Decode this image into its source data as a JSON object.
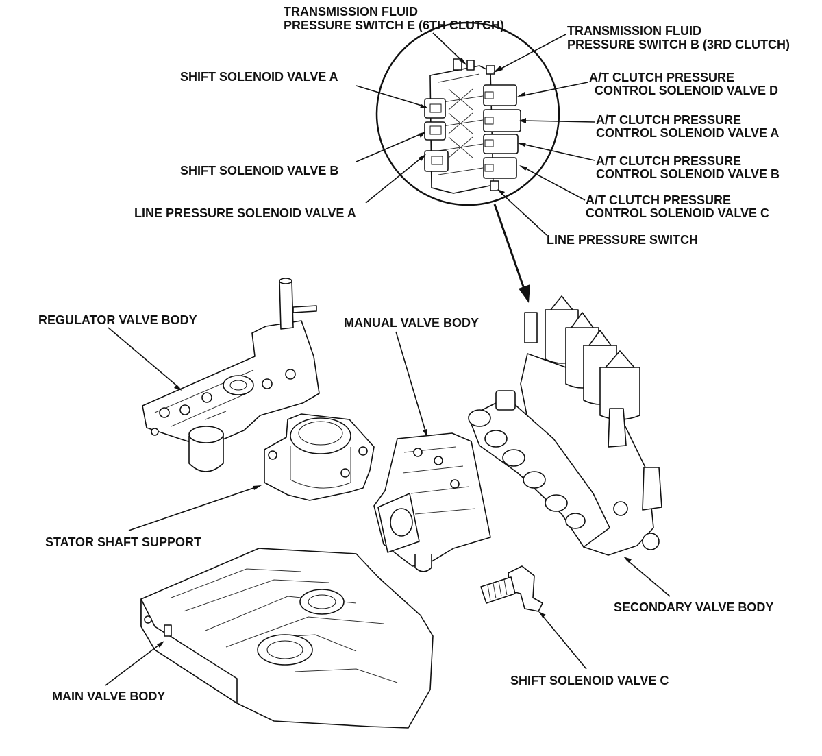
{
  "labels": {
    "pressure_switch_e": [
      "TRANSMISSION FLUID",
      "PRESSURE SWITCH E (6TH CLUTCH)"
    ],
    "pressure_switch_b": [
      "TRANSMISSION FLUID",
      "PRESSURE SWITCH B (3RD CLUTCH)"
    ],
    "shift_solenoid_a": "SHIFT SOLENOID VALVE A",
    "clutch_solenoid_d": [
      "A/T CLUTCH PRESSURE",
      "CONTROL SOLENOID VALVE D"
    ],
    "clutch_solenoid_a": [
      "A/T CLUTCH PRESSURE",
      "CONTROL SOLENOID VALVE A"
    ],
    "shift_solenoid_b": "SHIFT SOLENOID VALVE B",
    "clutch_solenoid_b": [
      "A/T CLUTCH PRESSURE",
      "CONTROL SOLENOID VALVE B"
    ],
    "line_pressure_solenoid_a": "LINE PRESSURE SOLENOID VALVE A",
    "clutch_solenoid_c": [
      "A/T CLUTCH PRESSURE",
      "CONTROL SOLENOID VALVE C"
    ],
    "line_pressure_switch": "LINE PRESSURE SWITCH",
    "regulator_valve_body": "REGULATOR VALVE BODY",
    "manual_valve_body": "MANUAL VALVE BODY",
    "stator_shaft_support": "STATOR SHAFT SUPPORT",
    "secondary_valve_body": "SECONDARY VALVE BODY",
    "main_valve_body": "MAIN VALVE BODY",
    "shift_solenoid_c": "SHIFT SOLENOID VALVE C"
  },
  "colors": {
    "ink": "#111111",
    "background": "#ffffff"
  }
}
